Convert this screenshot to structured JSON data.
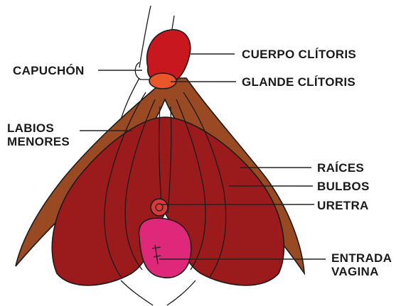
{
  "labels": {
    "capuchon": "CAPUCHÓN",
    "cuerpo": "CUERPO CLÍTORIS",
    "glande": "GLANDE CLÍTORIS",
    "labios_line1": "LABIOS",
    "labios_line2": "MENORES",
    "raices": "RAÍCES",
    "bulbos": "BULBOS",
    "uretra": "URETRA",
    "entrada_line1": "ENTRADA",
    "entrada_line2": "VAGINA"
  },
  "colors": {
    "roots": "#9a4a22",
    "bulbs": "#9b1a1c",
    "body": "#c8171f",
    "glans": "#e8562a",
    "urethra": "#d93a3a",
    "vagina": "#e0287a",
    "background": "#ffffff"
  }
}
